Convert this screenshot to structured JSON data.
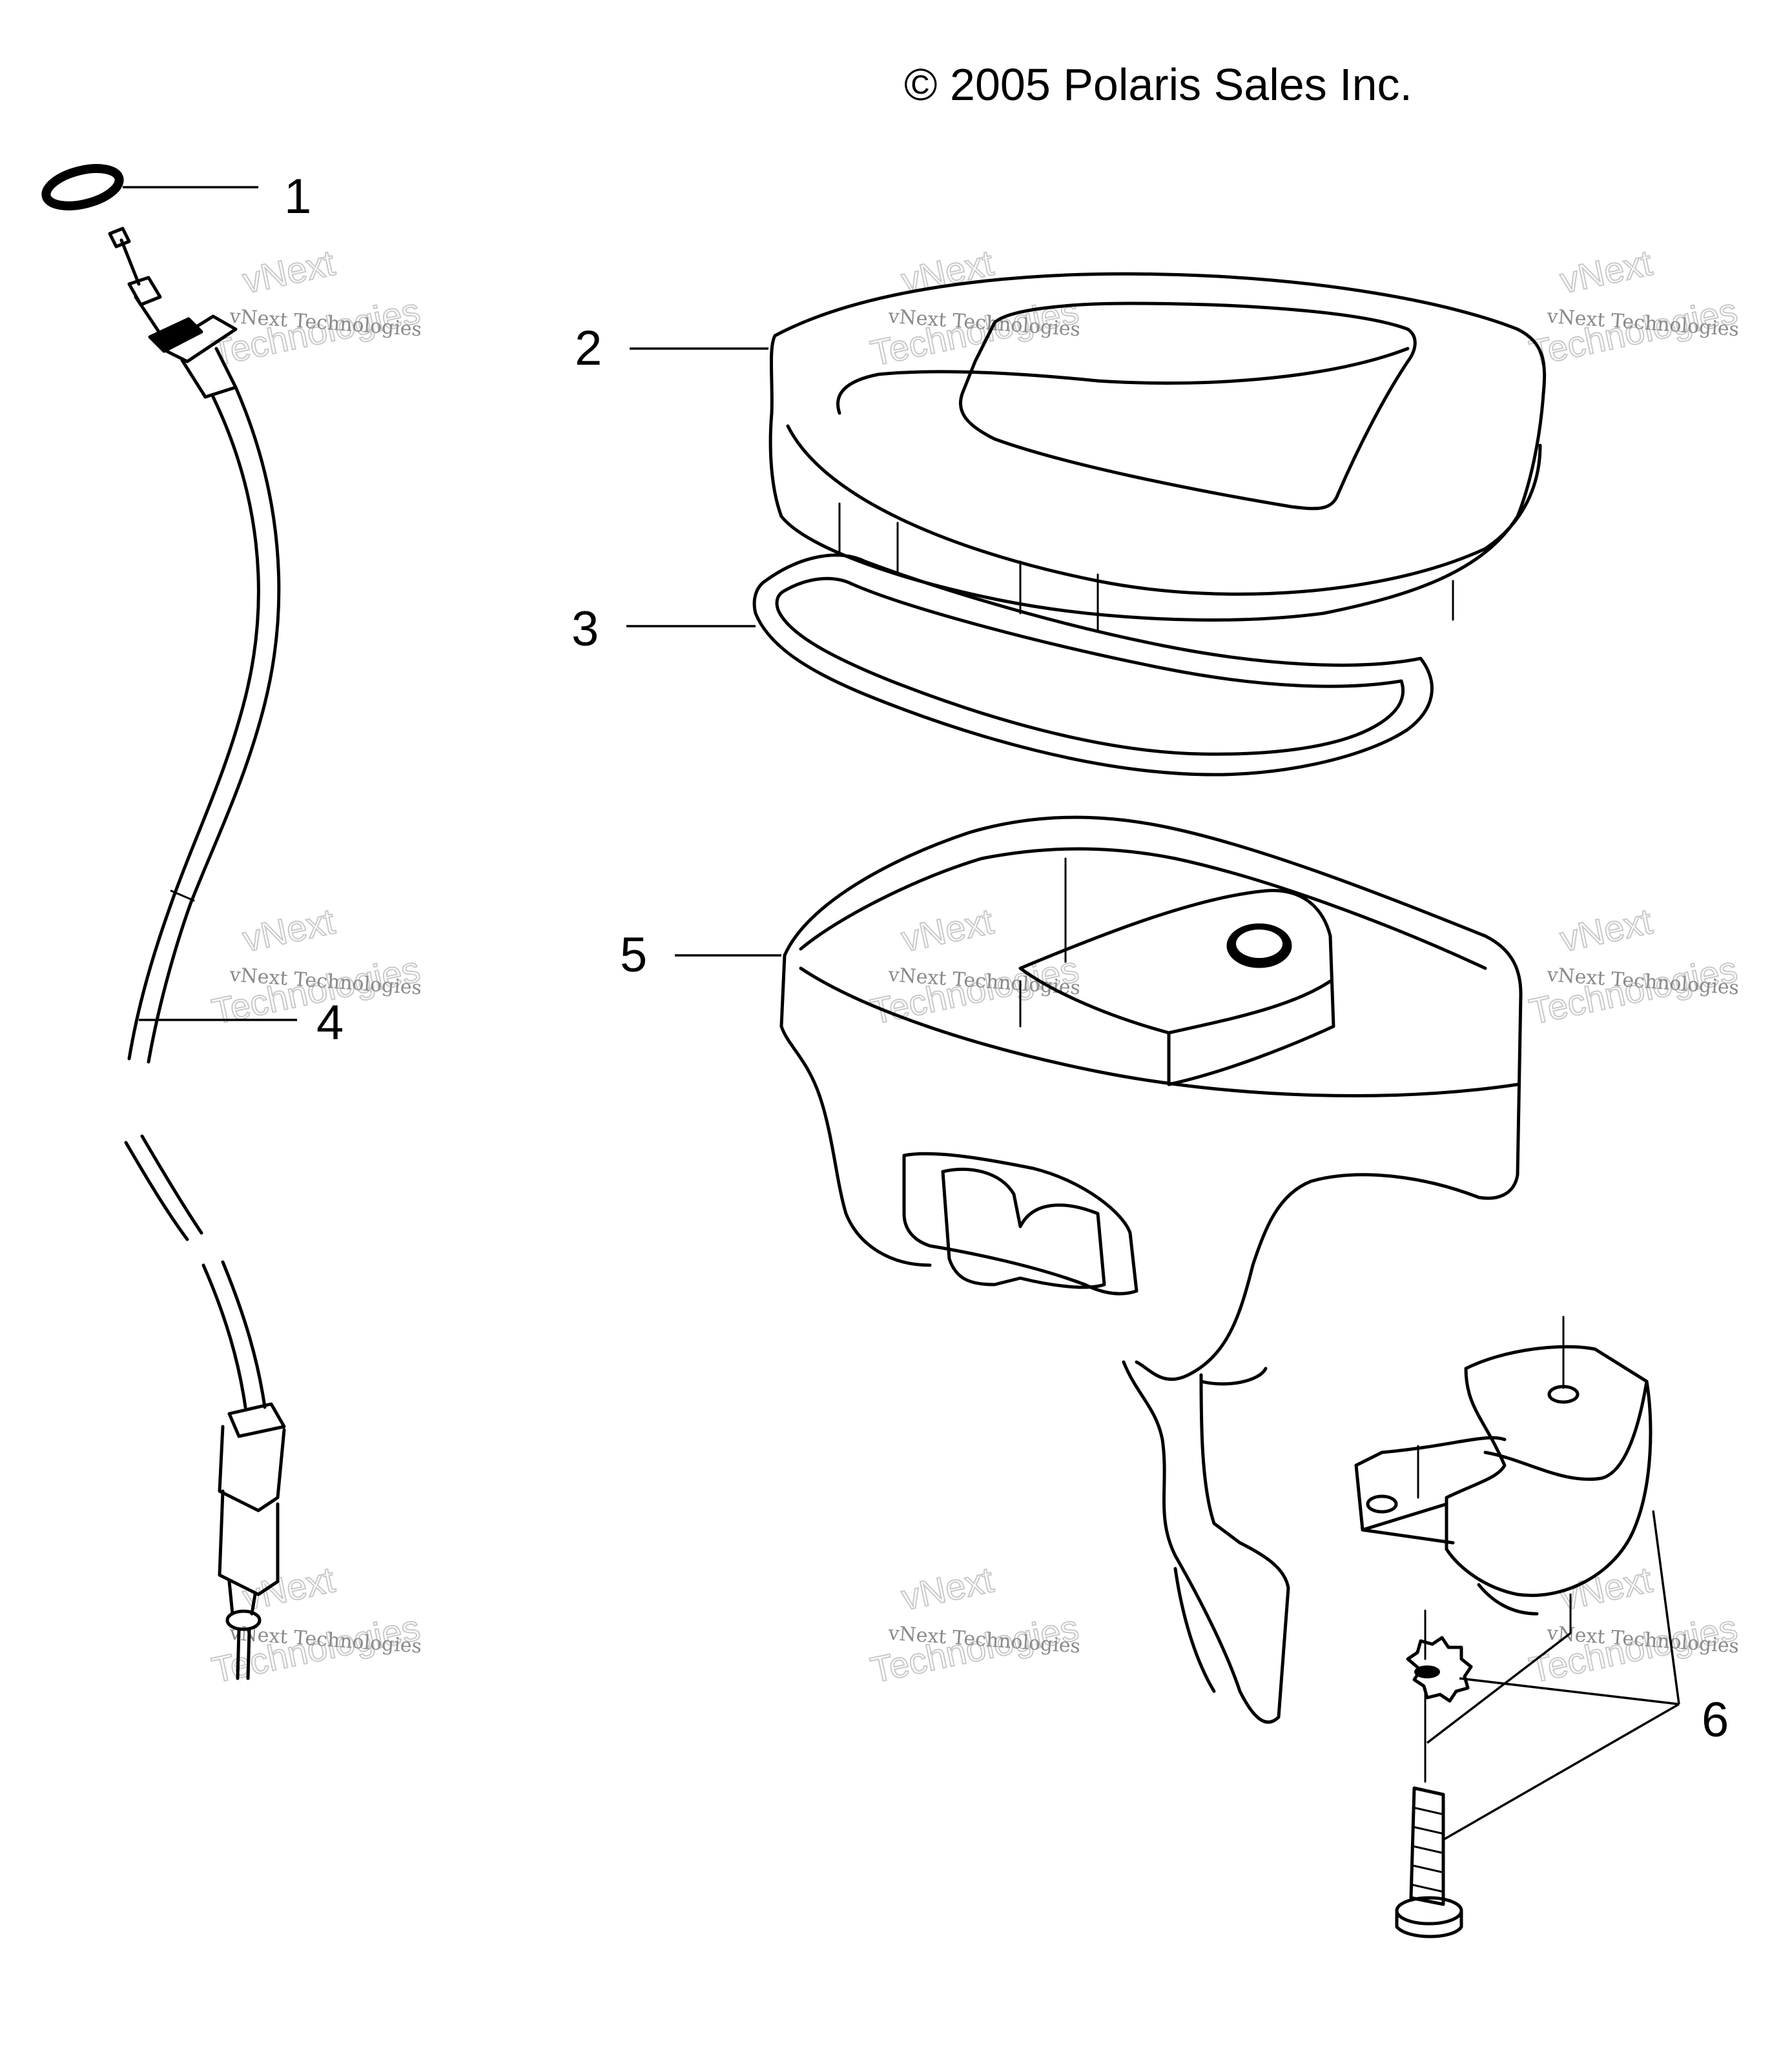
{
  "copyright": "© 2005 Polaris Sales Inc.",
  "callouts": [
    "1",
    "2",
    "3",
    "4",
    "5",
    "6"
  ],
  "watermark": {
    "small": "vNext Technologies",
    "big_top": "vNext",
    "big_bottom": "Technologies"
  },
  "colors": {
    "line": "#000000",
    "background": "#ffffff",
    "watermark": "#c9c9c9"
  }
}
